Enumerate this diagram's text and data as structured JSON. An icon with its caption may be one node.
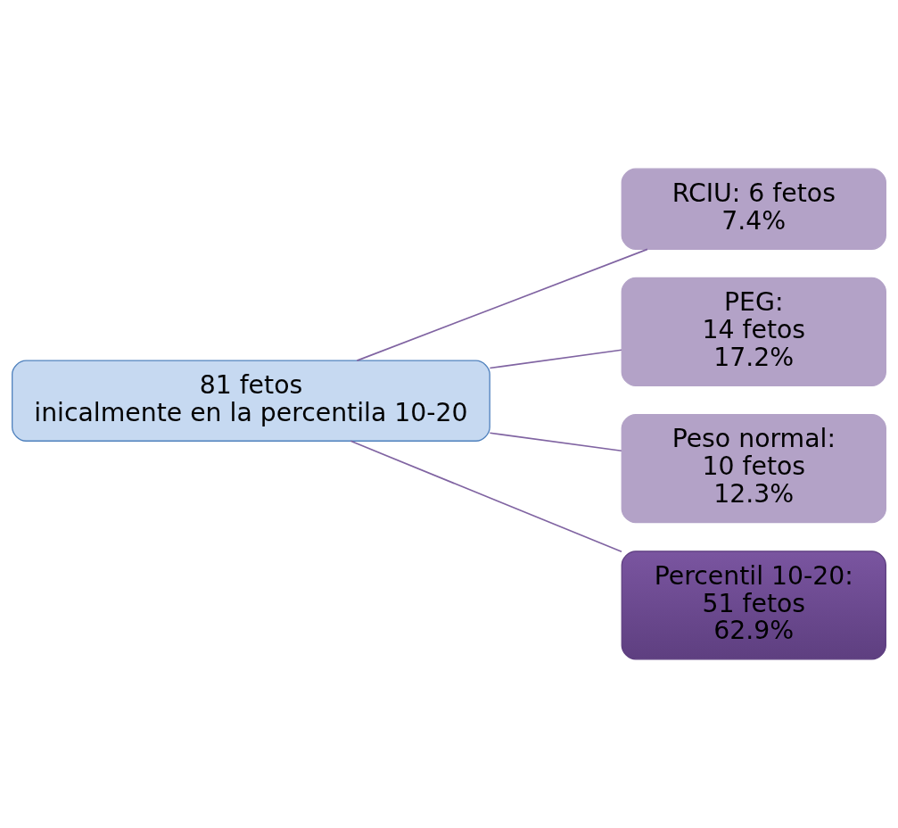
{
  "diagram": {
    "nodes": [
      {
        "text": [
          "81 fetos",
          "inicalmente en la percentila 10-20"
        ]
      },
      {
        "text": [
          "RCIU: 6 fetos",
          "7.4%"
        ]
      },
      {
        "text": [
          "PEG:",
          "14 fetos",
          "17.2%"
        ]
      },
      {
        "text": [
          "Peso normal:",
          "10 fetos",
          "12.3%"
        ]
      },
      {
        "text": [
          "Percentil 10-20:",
          "51 fetos",
          "62.9%"
        ]
      }
    ],
    "edges": [
      {
        "from": 0,
        "to": 1,
        "arrow": "none"
      },
      {
        "from": 0,
        "to": 2,
        "arrow": "none"
      },
      {
        "from": 0,
        "to": 3,
        "arrow": "none"
      },
      {
        "from": 0,
        "to": 4,
        "arrow": "none"
      }
    ]
  }
}
